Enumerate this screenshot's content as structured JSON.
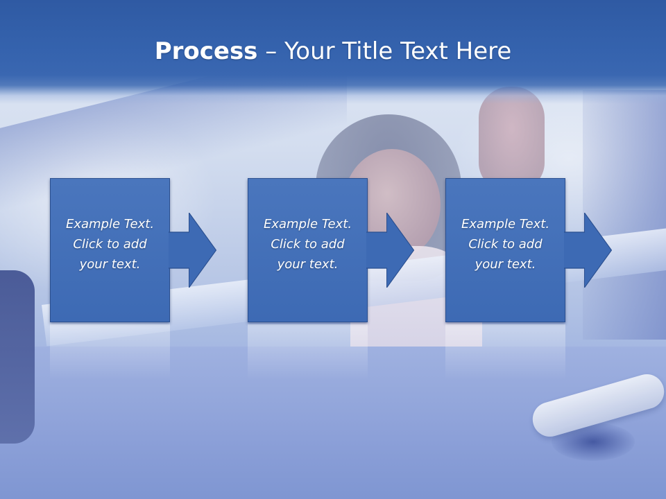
{
  "title": {
    "bold": "Process",
    "rest": " – Your Title Text Here"
  },
  "steps": [
    {
      "text": "Example Text.\nClick  to add\nyour text."
    },
    {
      "text": "Example Text.\nClick  to add\nyour text."
    },
    {
      "text": "Example Text.\nClick  to add\nyour text."
    }
  ],
  "colors": {
    "header": "#2f5aa3",
    "box": "#3d6ab4",
    "box_border": "#2a4f8f",
    "text": "#ffffff"
  }
}
